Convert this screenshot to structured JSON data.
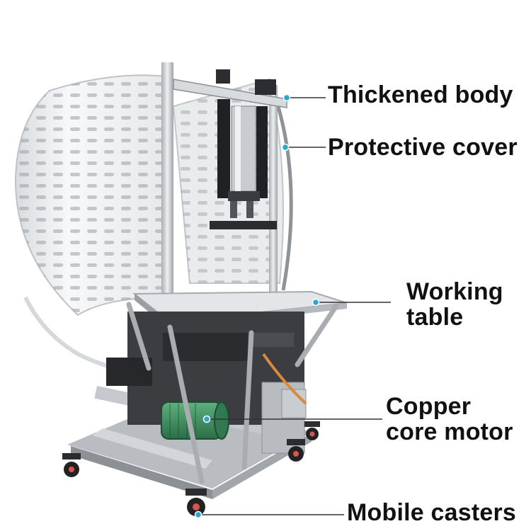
{
  "callouts": {
    "thickened_body": "Thickened body",
    "protective_cover": "Protective cover",
    "working_table": "Working\ntable",
    "copper_core_motor": "Copper\ncore motor",
    "mobile_casters": "Mobile casters"
  },
  "colors": {
    "marker": "#2aa7d6",
    "leader_line": "#333333",
    "cover": "#eef0f2",
    "frame": "#c9ccd0",
    "motor": "#3a8f5f",
    "wheel_hub": "#d9534f"
  }
}
